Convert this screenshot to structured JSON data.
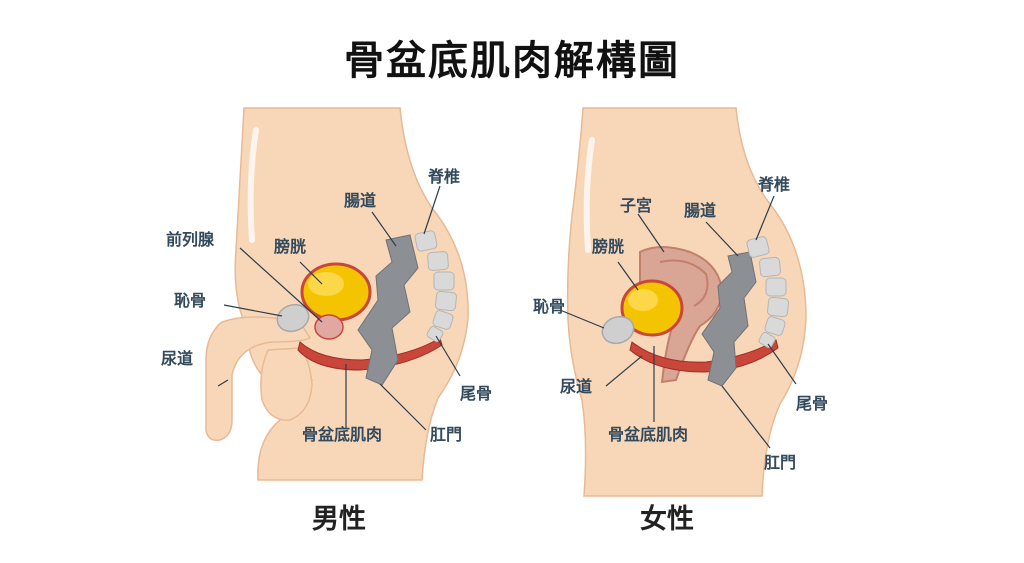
{
  "title": "骨盆底肌肉解構圖",
  "male": {
    "caption": "男性",
    "labels": {
      "prostate": "前列腺",
      "bladder": "膀胱",
      "intestine": "腸道",
      "spine": "脊椎",
      "pubic_bone": "恥骨",
      "urethra": "尿道",
      "coccyx": "尾骨",
      "pelvic_floor_muscle": "骨盆底肌肉",
      "anus": "肛門"
    }
  },
  "female": {
    "caption": "女性",
    "labels": {
      "uterus": "子宮",
      "intestine": "腸道",
      "spine": "脊椎",
      "bladder": "膀胱",
      "pubic_bone": "恥骨",
      "urethra": "尿道",
      "coccyx": "尾骨",
      "pelvic_floor_muscle": "骨盆底肌肉",
      "anus": "肛門"
    }
  },
  "colors": {
    "skin": "#f8d7b8",
    "skin_outline": "#e9b994",
    "bladder": "#f5c400",
    "muscle": "#c9463a",
    "bone": "#d9d9d9",
    "intestine": "#8c8f94",
    "uterus": "#d9a594",
    "label_text": "#334a5c"
  }
}
